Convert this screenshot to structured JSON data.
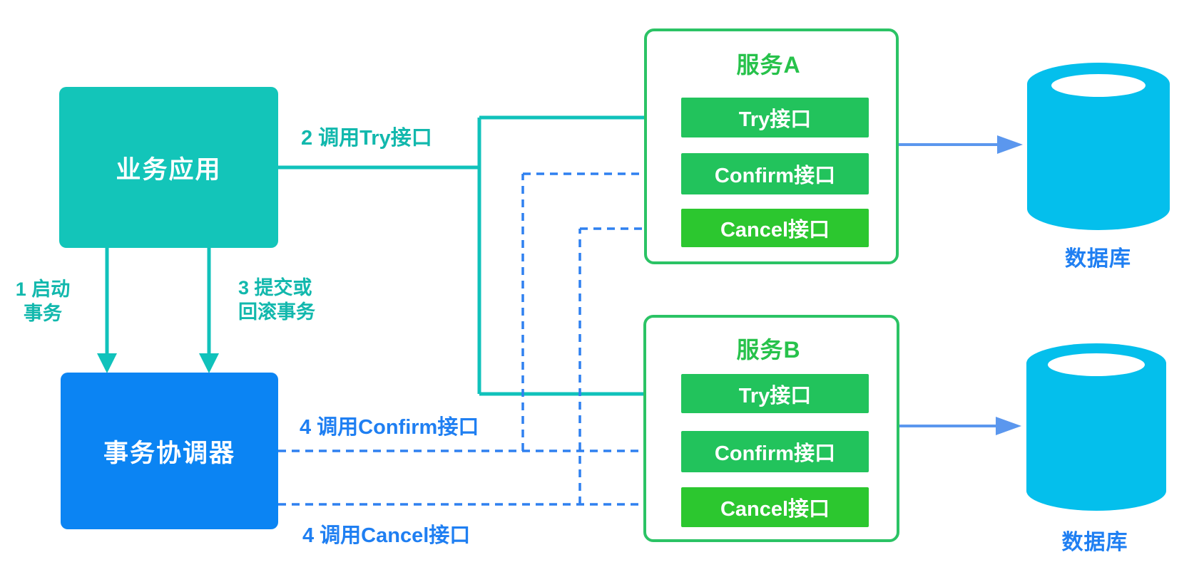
{
  "diagram": {
    "business_app": {
      "label": "业务应用"
    },
    "coordinator": {
      "label": "事务协调器"
    },
    "service_a": {
      "title": "服务A",
      "interfaces": [
        "Try接口",
        "Confirm接口",
        "Cancel接口"
      ]
    },
    "service_b": {
      "title": "服务B",
      "interfaces": [
        "Try接口",
        "Confirm接口",
        "Cancel接口"
      ]
    },
    "database_a": {
      "label": "数据库"
    },
    "database_b": {
      "label": "数据库"
    },
    "edges": {
      "start_transaction": "1 启动\n事务",
      "call_try": "2 调用Try接口",
      "commit_or_rollback": "3 提交或\n回滚事务",
      "call_confirm": "4 调用Confirm接口",
      "call_cancel": "4 调用Cancel接口"
    }
  },
  "colors": {
    "teal_box": "#13c5b9",
    "teal_line": "#10c2bb",
    "teal_label": "#12b8ad",
    "blue_box": "#0b84f3",
    "blue_dashed": "#2f80f0",
    "blue_label": "#1f7ff2",
    "green_border": "#2bc365",
    "green_title": "#27c24b",
    "green_button": "#22c35c",
    "green_button_bright": "#2cc72f",
    "db_cyan": "#04bfec",
    "db_arrow": "#5b97ee"
  }
}
